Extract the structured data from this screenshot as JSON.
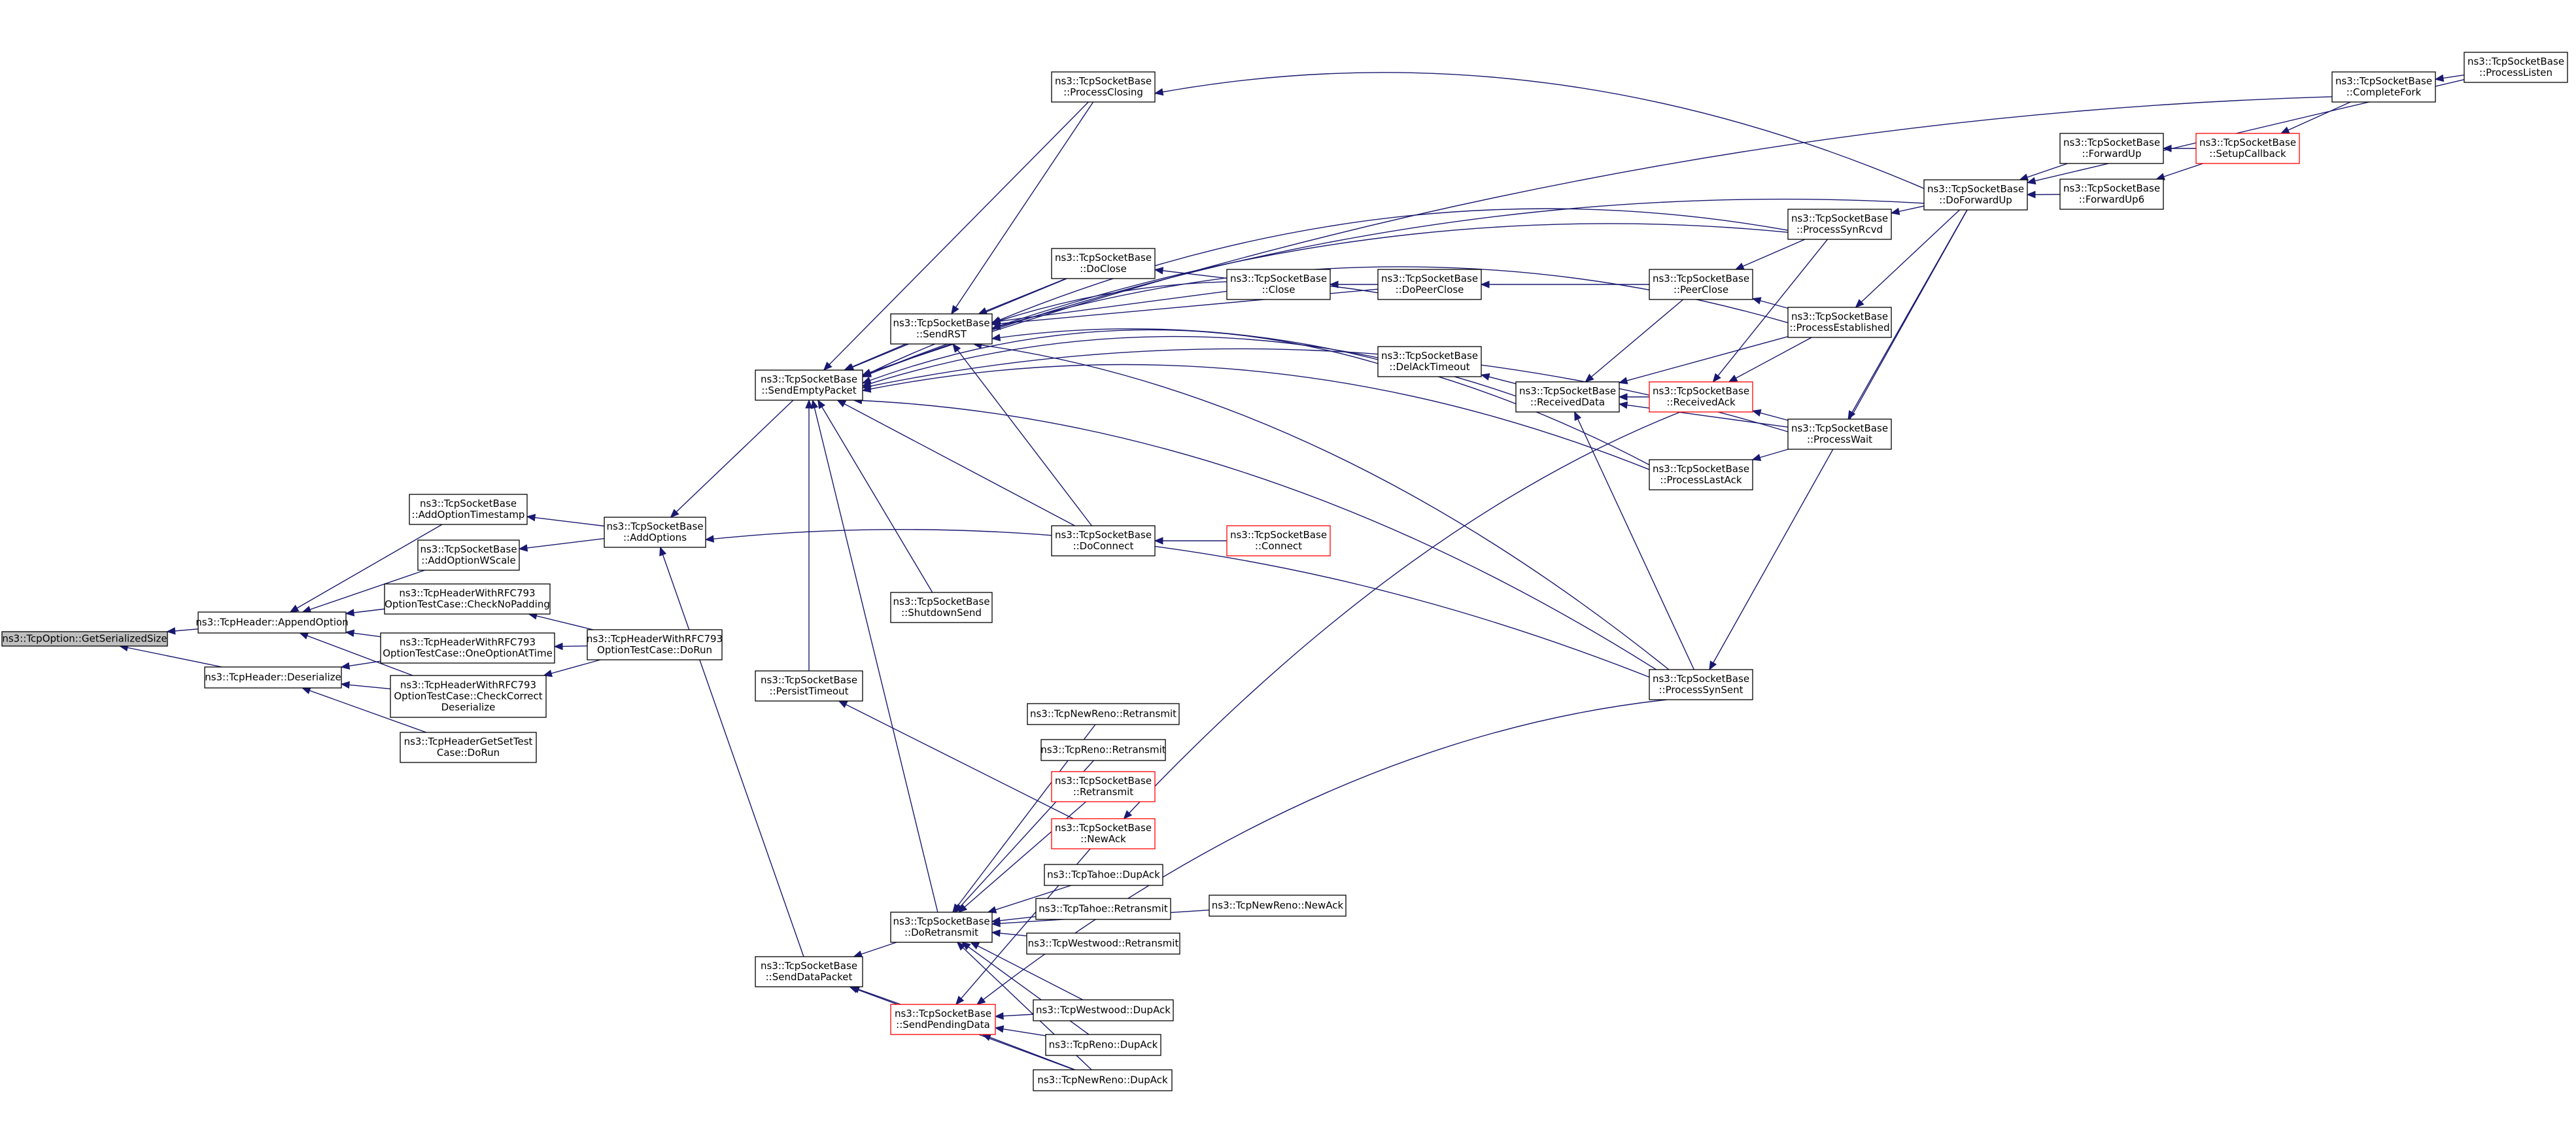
{
  "colors": {
    "edge": "#191970",
    "node_border": "#000000",
    "highlight_border": "#ff0000",
    "root_fill": "#bfbfbf"
  },
  "nodes": [
    {
      "id": "getSerializedSize",
      "lines": [
        "ns3::TcpOption::GetSerializedSize"
      ],
      "root": true
    },
    {
      "id": "appendOption",
      "lines": [
        "ns3::TcpHeader::AppendOption"
      ]
    },
    {
      "id": "deserialize",
      "lines": [
        "ns3::TcpHeader::Deserialize"
      ]
    },
    {
      "id": "addOptionTimestamp",
      "lines": [
        "ns3::TcpSocketBase",
        "::AddOptionTimestamp"
      ]
    },
    {
      "id": "addOptionWScale",
      "lines": [
        "ns3::TcpSocketBase",
        "::AddOptionWScale"
      ]
    },
    {
      "id": "checkNoPadding",
      "lines": [
        "ns3::TcpHeaderWithRFC793",
        "OptionTestCase::CheckNoPadding"
      ]
    },
    {
      "id": "oneOptionAtTime",
      "lines": [
        "ns3::TcpHeaderWithRFC793",
        "OptionTestCase::OneOptionAtTime"
      ]
    },
    {
      "id": "checkCorrectDeserialize",
      "lines": [
        "ns3::TcpHeaderWithRFC793",
        "OptionTestCase::CheckCorrect",
        "Deserialize"
      ]
    },
    {
      "id": "getSetDoRun",
      "lines": [
        "ns3::TcpHeaderGetSetTest",
        "Case::DoRun"
      ]
    },
    {
      "id": "addOptions",
      "lines": [
        "ns3::TcpSocketBase",
        "::AddOptions"
      ]
    },
    {
      "id": "rfc793DoRun",
      "lines": [
        "ns3::TcpHeaderWithRFC793",
        "OptionTestCase::DoRun"
      ]
    },
    {
      "id": "sendEmptyPacket",
      "lines": [
        "ns3::TcpSocketBase",
        "::SendEmptyPacket"
      ]
    },
    {
      "id": "persistTimeout",
      "lines": [
        "ns3::TcpSocketBase",
        "::PersistTimeout"
      ]
    },
    {
      "id": "sendDataPacket",
      "lines": [
        "ns3::TcpSocketBase",
        "::SendDataPacket"
      ]
    },
    {
      "id": "sendRST",
      "lines": [
        "ns3::TcpSocketBase",
        "::SendRST"
      ]
    },
    {
      "id": "shutdownSend",
      "lines": [
        "ns3::TcpSocketBase",
        "::ShutdownSend"
      ]
    },
    {
      "id": "doRetransmit",
      "lines": [
        "ns3::TcpSocketBase",
        "::DoRetransmit"
      ]
    },
    {
      "id": "sendPendingData",
      "lines": [
        "ns3::TcpSocketBase",
        "::SendPendingData"
      ],
      "red": true
    },
    {
      "id": "processClosing",
      "lines": [
        "ns3::TcpSocketBase",
        "::ProcessClosing"
      ]
    },
    {
      "id": "doClose",
      "lines": [
        "ns3::TcpSocketBase",
        "::DoClose"
      ]
    },
    {
      "id": "doConnect",
      "lines": [
        "ns3::TcpSocketBase",
        "::DoConnect"
      ]
    },
    {
      "id": "newRenoRetransmit",
      "lines": [
        "ns3::TcpNewReno::Retransmit"
      ]
    },
    {
      "id": "renoRetransmit",
      "lines": [
        "ns3::TcpReno::Retransmit"
      ]
    },
    {
      "id": "sbRetransmit",
      "lines": [
        "ns3::TcpSocketBase",
        "::Retransmit"
      ],
      "red": true
    },
    {
      "id": "sbNewAck",
      "lines": [
        "ns3::TcpSocketBase",
        "::NewAck"
      ],
      "red": true
    },
    {
      "id": "tahoeDupAck",
      "lines": [
        "ns3::TcpTahoe::DupAck"
      ]
    },
    {
      "id": "tahoeRetransmit",
      "lines": [
        "ns3::TcpTahoe::Retransmit"
      ]
    },
    {
      "id": "westwoodRetransmit",
      "lines": [
        "ns3::TcpWestwood::Retransmit"
      ]
    },
    {
      "id": "westwoodDupAck",
      "lines": [
        "ns3::TcpWestwood::DupAck"
      ]
    },
    {
      "id": "renoDupAck",
      "lines": [
        "ns3::TcpReno::DupAck"
      ]
    },
    {
      "id": "newRenoDupAck",
      "lines": [
        "ns3::TcpNewReno::DupAck"
      ]
    },
    {
      "id": "close",
      "lines": [
        "ns3::TcpSocketBase",
        "::Close"
      ]
    },
    {
      "id": "connect",
      "lines": [
        "ns3::TcpSocketBase",
        "::Connect"
      ],
      "red": true
    },
    {
      "id": "newRenoNewAck",
      "lines": [
        "ns3::TcpNewReno::NewAck"
      ]
    },
    {
      "id": "doPeerClose",
      "lines": [
        "ns3::TcpSocketBase",
        "::DoPeerClose"
      ]
    },
    {
      "id": "delAckTimeout",
      "lines": [
        "ns3::TcpSocketBase",
        "::DelAckTimeout"
      ]
    },
    {
      "id": "receivedData",
      "lines": [
        "ns3::TcpSocketBase",
        "::ReceivedData"
      ]
    },
    {
      "id": "peerClose",
      "lines": [
        "ns3::TcpSocketBase",
        "::PeerClose"
      ]
    },
    {
      "id": "receivedAck",
      "lines": [
        "ns3::TcpSocketBase",
        "::ReceivedAck"
      ],
      "red": true
    },
    {
      "id": "processLastAck",
      "lines": [
        "ns3::TcpSocketBase",
        "::ProcessLastAck"
      ]
    },
    {
      "id": "processSynSent",
      "lines": [
        "ns3::TcpSocketBase",
        "::ProcessSynSent"
      ]
    },
    {
      "id": "processSynRcvd",
      "lines": [
        "ns3::TcpSocketBase",
        "::ProcessSynRcvd"
      ]
    },
    {
      "id": "processEstablished",
      "lines": [
        "ns3::TcpSocketBase",
        "::ProcessEstablished"
      ]
    },
    {
      "id": "processWait",
      "lines": [
        "ns3::TcpSocketBase",
        "::ProcessWait"
      ]
    },
    {
      "id": "doForwardUp",
      "lines": [
        "ns3::TcpSocketBase",
        "::DoForwardUp"
      ]
    },
    {
      "id": "forwardUp",
      "lines": [
        "ns3::TcpSocketBase",
        "::ForwardUp"
      ]
    },
    {
      "id": "forwardUp6",
      "lines": [
        "ns3::TcpSocketBase",
        "::ForwardUp6"
      ]
    },
    {
      "id": "setupCallback",
      "lines": [
        "ns3::TcpSocketBase",
        "::SetupCallback"
      ],
      "red": true
    },
    {
      "id": "completeFork",
      "lines": [
        "ns3::TcpSocketBase",
        "::CompleteFork"
      ]
    },
    {
      "id": "processListen",
      "lines": [
        "ns3::TcpSocketBase",
        "::ProcessListen"
      ]
    }
  ],
  "edges": [
    [
      "appendOption",
      "getSerializedSize"
    ],
    [
      "deserialize",
      "getSerializedSize"
    ],
    [
      "addOptionTimestamp",
      "appendOption"
    ],
    [
      "addOptionWScale",
      "appendOption"
    ],
    [
      "checkNoPadding",
      "appendOption"
    ],
    [
      "oneOptionAtTime",
      "appendOption"
    ],
    [
      "checkCorrectDeserialize",
      "appendOption"
    ],
    [
      "oneOptionAtTime",
      "deserialize"
    ],
    [
      "checkCorrectDeserialize",
      "deserialize"
    ],
    [
      "getSetDoRun",
      "deserialize"
    ],
    [
      "addOptions",
      "addOptionTimestamp"
    ],
    [
      "addOptions",
      "addOptionWScale"
    ],
    [
      "rfc793DoRun",
      "checkNoPadding"
    ],
    [
      "rfc793DoRun",
      "oneOptionAtTime"
    ],
    [
      "rfc793DoRun",
      "checkCorrectDeserialize"
    ],
    [
      "sendEmptyPacket",
      "addOptions"
    ],
    [
      "sendDataPacket",
      "addOptions"
    ],
    [
      "processSynSent",
      "addOptions"
    ],
    [
      "sendRST",
      "sendEmptyPacket"
    ],
    [
      "persistTimeout",
      "sendEmptyPacket"
    ],
    [
      "processClosing",
      "sendEmptyPacket"
    ],
    [
      "doClose",
      "sendEmptyPacket"
    ],
    [
      "doConnect",
      "sendEmptyPacket"
    ],
    [
      "shutdownSend",
      "sendEmptyPacket"
    ],
    [
      "doRetransmit",
      "sendEmptyPacket"
    ],
    [
      "delAckTimeout",
      "sendEmptyPacket"
    ],
    [
      "receivedData",
      "sendEmptyPacket"
    ],
    [
      "processSynRcvd",
      "sendEmptyPacket"
    ],
    [
      "processSynSent",
      "sendEmptyPacket"
    ],
    [
      "processLastAck",
      "sendEmptyPacket"
    ],
    [
      "processWait",
      "sendEmptyPacket"
    ],
    [
      "doForwardUp",
      "sendEmptyPacket"
    ],
    [
      "completeFork",
      "sendEmptyPacket"
    ],
    [
      "doPeerClose",
      "sendEmptyPacket"
    ],
    [
      "sbNewAck",
      "persistTimeout"
    ],
    [
      "doRetransmit",
      "sendDataPacket"
    ],
    [
      "sendPendingData",
      "sendDataPacket"
    ],
    [
      "newRenoDupAck",
      "sendDataPacket"
    ],
    [
      "processClosing",
      "sendRST"
    ],
    [
      "doClose",
      "sendRST"
    ],
    [
      "close",
      "sendRST"
    ],
    [
      "processEstablished",
      "sendRST"
    ],
    [
      "doConnect",
      "sendRST"
    ],
    [
      "processLastAck",
      "sendRST"
    ],
    [
      "processSynSent",
      "sendRST"
    ],
    [
      "processSynRcvd",
      "sendRST"
    ],
    [
      "doPeerClose",
      "sendRST"
    ],
    [
      "newRenoRetransmit",
      "doRetransmit"
    ],
    [
      "renoRetransmit",
      "doRetransmit"
    ],
    [
      "sbRetransmit",
      "doRetransmit"
    ],
    [
      "tahoeDupAck",
      "doRetransmit"
    ],
    [
      "tahoeRetransmit",
      "doRetransmit"
    ],
    [
      "westwoodRetransmit",
      "doRetransmit"
    ],
    [
      "westwoodDupAck",
      "doRetransmit"
    ],
    [
      "renoDupAck",
      "doRetransmit"
    ],
    [
      "newRenoDupAck",
      "doRetransmit"
    ],
    [
      "newRenoNewAck",
      "doRetransmit"
    ],
    [
      "sbNewAck",
      "sendPendingData"
    ],
    [
      "westwoodDupAck",
      "sendPendingData"
    ],
    [
      "renoDupAck",
      "sendPendingData"
    ],
    [
      "newRenoDupAck",
      "sendPendingData"
    ],
    [
      "processSynSent",
      "sendPendingData"
    ],
    [
      "doForwardUp",
      "processClosing"
    ],
    [
      "close",
      "doClose"
    ],
    [
      "connect",
      "doConnect"
    ],
    [
      "doPeerClose",
      "close"
    ],
    [
      "receivedAck",
      "sbNewAck"
    ],
    [
      "peerClose",
      "doPeerClose"
    ],
    [
      "receivedData",
      "delAckTimeout"
    ],
    [
      "receivedAck",
      "receivedData"
    ],
    [
      "processEstablished",
      "receivedData"
    ],
    [
      "processWait",
      "receivedData"
    ],
    [
      "peerClose",
      "receivedData"
    ],
    [
      "processSynSent",
      "receivedData"
    ],
    [
      "processSynRcvd",
      "peerClose"
    ],
    [
      "processEstablished",
      "peerClose"
    ],
    [
      "processEstablished",
      "receivedAck"
    ],
    [
      "processWait",
      "receivedAck"
    ],
    [
      "processSynRcvd",
      "receivedAck"
    ],
    [
      "processWait",
      "processLastAck"
    ],
    [
      "doForwardUp",
      "processSynSent"
    ],
    [
      "doForwardUp",
      "processSynRcvd"
    ],
    [
      "doForwardUp",
      "processEstablished"
    ],
    [
      "doForwardUp",
      "processWait"
    ],
    [
      "forwardUp",
      "doForwardUp"
    ],
    [
      "forwardUp6",
      "doForwardUp"
    ],
    [
      "setupCallback",
      "forwardUp"
    ],
    [
      "setupCallback",
      "forwardUp6"
    ],
    [
      "completeFork",
      "setupCallback"
    ],
    [
      "processListen",
      "completeFork"
    ],
    [
      "processListen",
      "doForwardUp"
    ]
  ]
}
